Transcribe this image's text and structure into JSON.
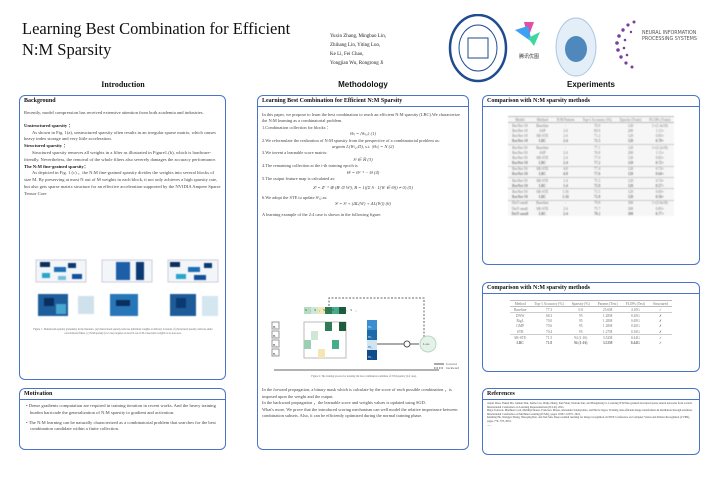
{
  "header": {
    "title": "Learning Best Combination for Efficient N:M Sparsity",
    "authors": [
      "Yuxin Zhang, Mingbao Lin,",
      "Zhihang Lin, Yiting Luo,",
      "Ke Li, Fei Chao,",
      "Yongjian Wu, Rongrong Ji"
    ],
    "logos": {
      "tencent": "腾讯优图",
      "neurips": [
        "NEURAL INFORMATION",
        "PROCESSING SYSTEMS"
      ]
    }
  },
  "columns": {
    "intro": "Introduction",
    "method": "Methodology",
    "exp": "Experiments"
  },
  "background": {
    "title": "Background",
    "p1": "Recently, model compression has received extensive attention from both academia and industries.",
    "h1": "Unstructured sparsity ：",
    "p2": "As shown in Fig. 1(a), unstructured sparsity often results in an irregular sparse matrix, which causes heavy index storage and very little acceleration.",
    "h2": "Structured sparsity ：",
    "p3": "Structured sparsity removes all weights in a filter as illustrated in Figure1.(b), which is hardware-friendly. Nevertheless, the removal of the whole filters also severely damages the accuracy performance.",
    "h3": "The N:M fine-grained sparsity：",
    "p4": "As depicted in Fig. 1 (c) ，the N:M fine-grained sparsity divides the weights into several blocks of size M. By preserving at most N out of M weights in each block, it not only achieves a high sparsity rate, but also gets sparse matrix structure for an effective acceleration supported by the NVIDIA Ampere Sparse Tensor Core",
    "caption": "Figure 1 : Mainstream sparsity granularity in the literature. (a) Unstructured sparsity removes individual weights at arbitrary locations. (b) Structured sparsity removes entire convolutional filters. (c) N:M sparsity (2:4 case) requires at most N out of M consecutive weights to be non-zero."
  },
  "motivation": {
    "title": "Motivation",
    "items": [
      "Dense gradients computation are required in training iteration in recent works. And the heavy training burden barricade the generalization of N:M sparsity to gradient and activation.",
      "The N:M learning can be naturally characterized as a combinatorial problem that searches for the best combination candidate within a finite collection."
    ]
  },
  "method": {
    "title": "Learning Best Combination for Efficient N:M Sparsity",
    "intro": "In this paper, we propose to learn the best combination  to reach an efficient N:M sparsity (LBC).We characterize the N:M learning as a combinatorial problem.",
    "s1": "1.Combination collection for blocks ：",
    "e1": "Θₗᵢ = {θₗᵢ,ᵢ} (1)",
    "s2": "2.We reformulate the realization of N:M sparsity from the perspective of a combinatorial problem as:",
    "e2": "argmin L(Wₗ₂;D), s.t. |Θₗᵢ| = N (2)",
    "s3": "3.We invent a learnable score matrix:",
    "e3": "Sˡ ∈ ℝ (3)",
    "s4": "4.The remaining collection at the t-th training epoch is",
    "e4": "Θᵗ = Θᵗ⁻¹ − Θ (4)",
    "s5": "5.The output feature map is calculated as:",
    "e5": "Zˡ = Zˡ⁻¹ ⊛ (Bˡ ⊙ Wˡ), B = 1((Σ S · 1(W ∈ Θ)) ≠ 0) (5)",
    "s6": "6.We adopt the STE to update Sˡᵢ,ⱼ as:",
    "e6": "Sˡ = Sˡ + (ΔL(W) + ΔL(W)) (6)",
    "s7": "A learning example of the 2:4 case is shown in the following figure.",
    "fig_labels": {
      "scores": [
        "S₁",
        "S₂",
        "S₃",
        "S₄",
        "S₅",
        "S₆"
      ],
      "blocks": [
        "B₁",
        "B₂",
        "B₃",
        "B₄"
      ],
      "weights": [
        "W₁",
        "W₂",
        "W₃",
        "W₄"
      ],
      "loss": "Loss",
      "forward": "forward",
      "backward": "backward"
    },
    "caption": "Figure 2: The training process for learning the best combination candidate of N:M sparsity (2:4 case).",
    "p1": "In the forward propagation, a binary mask which is calculate by the score of each possible combination ，is imposed upon the weight and the output.",
    "p2": "In the backward propagation ，the learnable score and weights values is updated using SGD.",
    "p3": "What's more, We prove that the introduced scoring mechanism can well model the relative importance between combination subsets. Also, it can be efficiently optimized during the normal training phase."
  },
  "table1": {
    "title": "Comparison with N:M sparsity methods",
    "headers": [
      "Model",
      "Method",
      "N:M Pattern",
      "Top-1 Accuracy (%)",
      "Epochs (Train)",
      "FLOPs (Train)"
    ],
    "rows": [
      [
        "ResNet-18",
        "Baseline",
        "-",
        "70.9",
        "120",
        "1×(1.4e18)"
      ],
      [
        "ResNet-18",
        "ASP",
        "2:4",
        "69.9",
        "200",
        "1.13×"
      ],
      [
        "ResNet-18",
        "SR-STE",
        "2:4",
        "71.2",
        "120",
        "0.83×"
      ],
      [
        "ResNet-18",
        "LBC",
        "2:4",
        "71.5",
        "120",
        "0.70×"
      ],
      [
        "ResNet-50",
        "Baseline",
        "-",
        "77.1",
        "120",
        "1×(3.2e18)"
      ],
      [
        "ResNet-50",
        "ASP",
        "2:4",
        "76.8",
        "200",
        "1.13×"
      ],
      [
        "ResNet-50",
        "SR-STE",
        "2:4",
        "77.0",
        "120",
        "0.83×"
      ],
      [
        "ResNet-50",
        "LBC",
        "2:4",
        "77.2",
        "120",
        "0.72×"
      ],
      [
        "ResNet-50",
        "SR-STE",
        "4:8",
        "77.4",
        "120",
        "0.74×"
      ],
      [
        "ResNet-50",
        "LBC",
        "4:8",
        "77.6",
        "120",
        "0.64×"
      ],
      [
        "ResNet-50",
        "SR-STE",
        "1:4",
        "75.3",
        "120",
        "0.74×"
      ],
      [
        "ResNet-50",
        "LBC",
        "1:4",
        "75.9",
        "120",
        "0.57×"
      ],
      [
        "ResNet-50",
        "SR-STE",
        "1:16",
        "71.5",
        "120",
        "0.69×"
      ],
      [
        "ResNet-50",
        "LBC",
        "1:16",
        "71.8",
        "120",
        "0.56×"
      ],
      [
        "DeiT-small",
        "Baseline",
        "-",
        "79.8",
        "300",
        "1×(3.6e18)"
      ],
      [
        "DeiT-small",
        "SR-STE",
        "2:4",
        "75.7",
        "300",
        "0.83×"
      ],
      [
        "DeiT-small",
        "LBC",
        "2:4",
        "78.2",
        "300",
        "0.77×"
      ]
    ],
    "groups": [
      0,
      4,
      8,
      10,
      12,
      14
    ]
  },
  "table2": {
    "title": "Comparison with N:M sparsity methods",
    "headers": [
      "Method",
      "Top-1 Accuracy (%)",
      "Sparsity (%)",
      "Params (Test)",
      "FLOPs (Test)",
      "Structured"
    ],
    "rows": [
      [
        "Baseline",
        "77.3",
        "0.0",
        "25.6M",
        "4.10G",
        "✓"
      ],
      [
        "DNW",
        "68.3",
        "95",
        "1.28M",
        "0.20G",
        "✗"
      ],
      [
        "RigL",
        "70.0",
        "95",
        "1.28M",
        "0.49G",
        "✗"
      ],
      [
        "GMP",
        "70.6",
        "95",
        "1.28M",
        "0.20G",
        "✗"
      ],
      [
        "STR",
        "70.4",
        "95",
        "1.27M",
        "0.16G",
        "✗"
      ],
      [
        "SR-STE",
        "71.5",
        "94 (1:16)",
        "3.52M",
        "0.44G",
        "✓"
      ],
      [
        "LBC",
        "71.8",
        "94 (1:16)",
        "3.52M",
        "0.44G",
        "✓"
      ]
    ],
    "groups": [
      0,
      1,
      5
    ]
  },
  "references": {
    "title": "References",
    "items": [
      "Aojun Zhou, Yukun Ma, Junnan Zhu, Jianbo Liu, Zhijie Zhang, Kun Yuan, Wenxiu Sun, and Hongsheng Li. Learning N:M fine-grained structured sparse neural networks from scratch. International Conference on Learning Representations (ICLR), 2021.",
      "Hugo Touvron, Matthieu Cord, Matthijs Douze, Francisco Massa, Alexandre Sablayrolles, and Hervé Jégou. Training data-efficient image transformers & distillation through attention. International Conference on Machine Learning (ICML), pages 10347–10357, 2021.",
      "Kaiming He, Xiangyu Zhang, Shaoqing Ren, and Jian Sun. Deep residual learning for image recognition. In IEEE Conference on Computer Vision and Pattern Recognition (CVPR), pages 770–778, 2016.",
      "......"
    ]
  }
}
